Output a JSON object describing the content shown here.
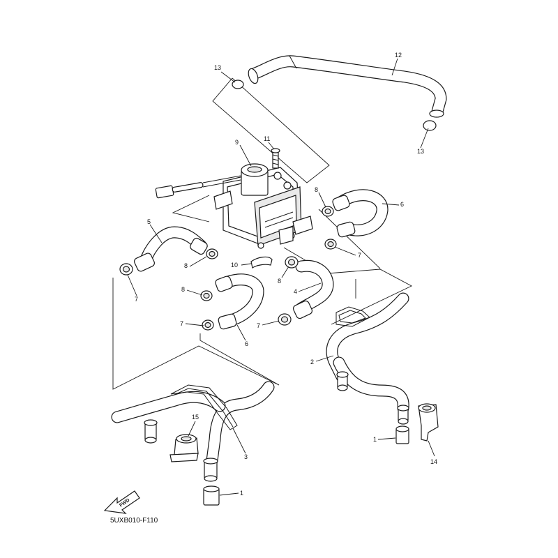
{
  "diagram": {
    "drawing_code": "5UXB010-F110",
    "direction_label": "FWD",
    "callouts": [
      {
        "id": "c12",
        "text": "12"
      },
      {
        "id": "c13a",
        "text": "13"
      },
      {
        "id": "c13b",
        "text": "13"
      },
      {
        "id": "c11",
        "text": "11"
      },
      {
        "id": "c9",
        "text": "9"
      },
      {
        "id": "c8a",
        "text": "8"
      },
      {
        "id": "c6a",
        "text": "6"
      },
      {
        "id": "c5",
        "text": "5"
      },
      {
        "id": "c8b",
        "text": "8"
      },
      {
        "id": "c7a",
        "text": "7"
      },
      {
        "id": "c10",
        "text": "10"
      },
      {
        "id": "c7b",
        "text": "7"
      },
      {
        "id": "c8c",
        "text": "8"
      },
      {
        "id": "c8d",
        "text": "8"
      },
      {
        "id": "c4",
        "text": "4"
      },
      {
        "id": "c7c",
        "text": "7"
      },
      {
        "id": "c7d",
        "text": "7"
      },
      {
        "id": "c6b",
        "text": "6"
      },
      {
        "id": "c2",
        "text": "2"
      },
      {
        "id": "c15",
        "text": "15"
      },
      {
        "id": "c3",
        "text": "3"
      },
      {
        "id": "c1a",
        "text": "1"
      },
      {
        "id": "c1b",
        "text": "1"
      },
      {
        "id": "c14",
        "text": "14"
      }
    ]
  }
}
